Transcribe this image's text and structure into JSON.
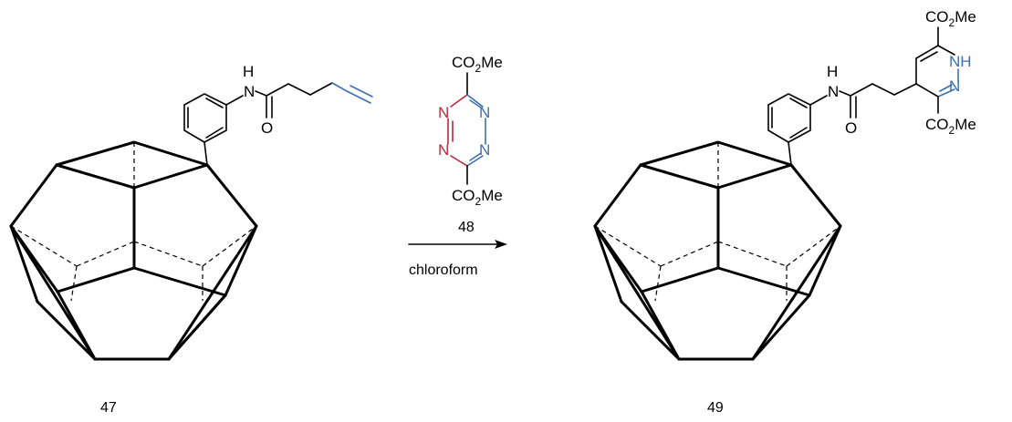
{
  "compounds": {
    "c47": {
      "id": "47",
      "atoms": {
        "nh": "H",
        "n": "N",
        "o": "O"
      }
    },
    "c48": {
      "id": "48",
      "ester_prefix": "CO",
      "ester_sub": "2",
      "ester_suffix": "Me",
      "ring_n": "N"
    },
    "c49": {
      "id": "49",
      "nh": "NH",
      "n": "N",
      "h": "H",
      "o": "O",
      "ester_prefix": "CO",
      "ester_sub": "2",
      "ester_suffix": "Me"
    }
  },
  "reaction": {
    "condition": "chloroform"
  },
  "colors": {
    "bond": "#000000",
    "heteroatom_red": "#c0283a",
    "heteroatom_blue": "#3b6fb3",
    "alkene_blue": "#3b6fb3"
  }
}
